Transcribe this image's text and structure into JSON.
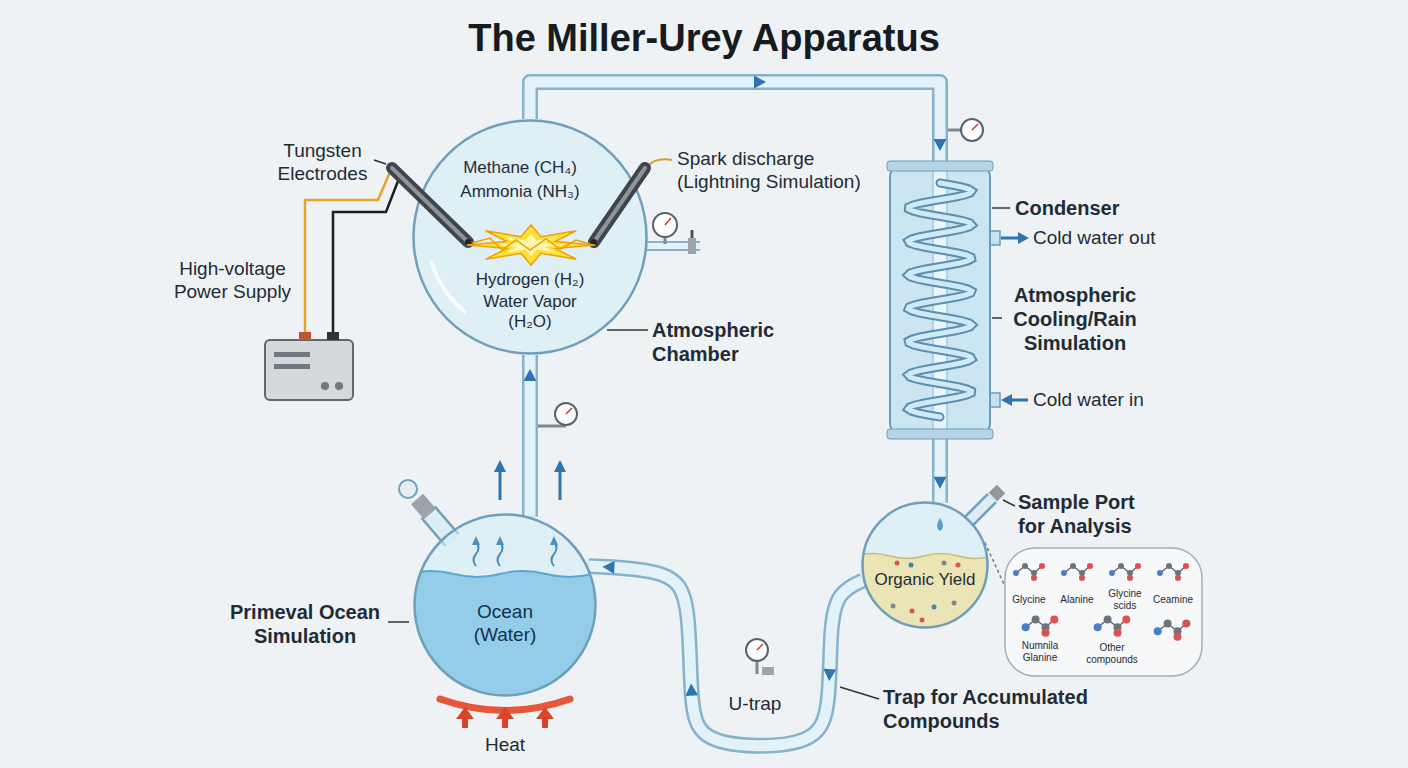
{
  "diagram": {
    "title": "The Miller-Urey Apparatus",
    "nodes": [
      {
        "text": [
          "Methane (CH₄)",
          "Ammonia (NH₃)",
          "Hydrogen (H₂)",
          "Water Vapor (H₂O)"
        ]
      },
      {
        "text": [
          "Condenser"
        ]
      },
      {
        "text": [
          "Ocean (Water)"
        ]
      },
      {
        "text": [
          "Organic Yield"
        ]
      },
      {
        "text": [
          "Glycine",
          "Alanine",
          "Glycine scids",
          "Ceamine",
          "Numnila Glanine",
          "Other compounds"
        ]
      }
    ],
    "edges": [
      {
        "from": 2,
        "to": 0,
        "arrow": "to"
      },
      {
        "from": 0,
        "to": 1,
        "arrow": "to"
      },
      {
        "from": 1,
        "to": 3,
        "arrow": "to"
      },
      {
        "from": 3,
        "to": 2,
        "arrow": "to"
      },
      {
        "from": 3,
        "to": 4,
        "arrow": "none"
      }
    ],
    "labels": [
      "Tungsten Electrodes",
      "High-voltage Power Supply",
      "Spark discharge (Lightning Simulation)",
      "Atmospheric Chamber",
      "Cold water out",
      "Atmospheric Cooling/Rain Simulation",
      "Cold water in",
      "Sample Port for Analysis",
      "Primeval Ocean Simulation",
      "Heat",
      "U-trap",
      "Trap for Accumulated Compounds"
    ]
  }
}
